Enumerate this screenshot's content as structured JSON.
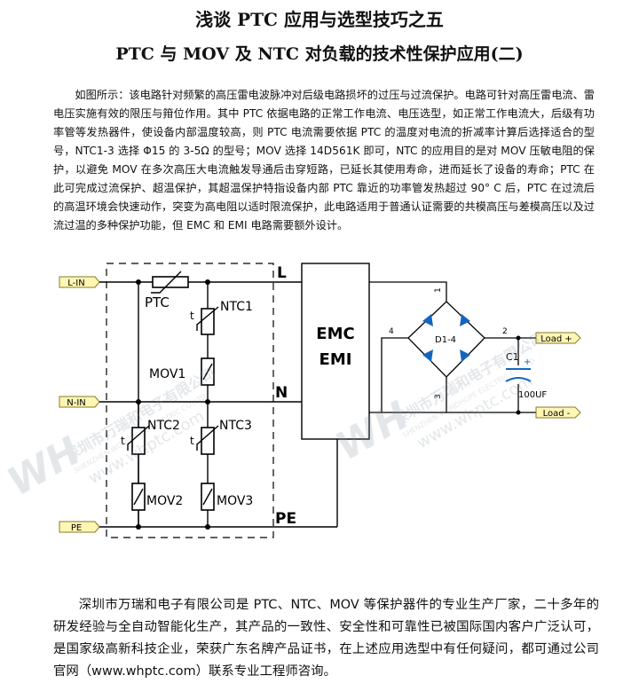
{
  "title": "浅谈 PTC 应用与选型技巧之五",
  "subtitle": "PTC 与 MOV 及 NTC 对负载的技术性保护应用(二)",
  "intro_paragraph": "如图所示：该电路针对频繁的高压雷电波脉冲对后级电路损坏的过压与过流保护。电路可针对高压雷电流、雷电压实施有效的限压与箝位作用。其中 PTC 依据电路的正常工作电流、电压选型，如正常工作电流大，后级有功率管等发热器件，使设备内部温度较高，则 PTC 电流需要依据 PTC 的温度对电流的折减率计算后选择适合的型号，NTC1-3 选择 Φ15 的 3-5Ω 的型号；MOV 选择 14D561K 即可，NTC 的应用目的是对 MOV 压敏电阻的保护，以避免 MOV 在多次高压大电流触发导通后击穿短路，已延长其使用寿命，进而延长了设备的寿命；PTC 在此可完成过流保护、超温保护，其超温保护特指设备内部 PTC 靠近的功率管发热超过 90° C 后，PTC 在过流后的高温环境会快速动作，突变为高电阻以适时限流保护，此电路适用于普通认证需要的共模高压与差模高压以及过流过温的多种保护功能，但 EMC 和 EMI 电路需要额外设计。",
  "closing_paragraph": "深圳市万瑞和电子有限公司是 PTC、NTC、MOV 等保护器件的专业生产厂家，二十多年的研发经验与全自动智能化生产，其产品的一致性、安全性和可靠性已被国际国内客户广泛认可，是国家级高新科技企业，荣获广东名牌产品证书，在上述应用选型中有任何疑问，都可通过公司官网（www.whptc.com）联系专业工程师咨询。",
  "circuit": {
    "input_tags": {
      "line": "L-IN",
      "neutral": "N-IN",
      "earth": "PE"
    },
    "rail_labels": {
      "line": "L",
      "neutral": "N",
      "earth": "PE"
    },
    "components": {
      "ptc": "PTC",
      "ntc1": "NTC1",
      "ntc2": "NTC2",
      "ntc3": "NTC3",
      "mov1": "MOV1",
      "mov2": "MOV2",
      "mov3": "MOV3",
      "t_mark": "t"
    },
    "emc_block": {
      "line1": "EMC",
      "line2": "EMI"
    },
    "bridge": {
      "label": "D1-4",
      "pin_2": "2",
      "pin_3": "3",
      "pin_4": "4",
      "pin_1": "1"
    },
    "capacitor": {
      "label": "C1",
      "value": "100UF",
      "polarity": "+"
    },
    "output_tags": {
      "positive": "Load +",
      "negative": "Load -"
    }
  },
  "watermark": {
    "company_cn": "深圳市万瑞和电子有限公司",
    "company_en": "SHENZHEN WONDHOPE ELECTRIC CO.,LTD",
    "url": "www.whptc.com",
    "logo": "WH"
  },
  "colors": {
    "tag_fill": "#fff6b3",
    "tag_stroke": "#8a7a2a",
    "watermark": "#8090a0",
    "line": "#000000"
  }
}
